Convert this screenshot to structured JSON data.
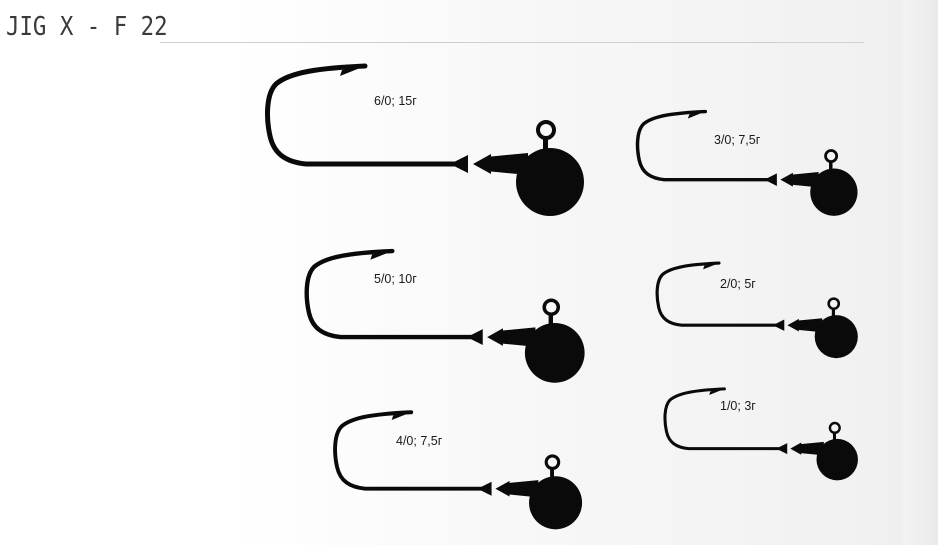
{
  "title": "JIG X - F 22",
  "colors": {
    "hook": "#0a0a0a",
    "title": "#3a3a3a",
    "rule": "#cfcfcf"
  },
  "hooks": [
    {
      "label": "6/0; 15г"
    },
    {
      "label": "5/0; 10г"
    },
    {
      "label": "4/0; 7,5г"
    },
    {
      "label": "3/0; 7,5г"
    },
    {
      "label": "2/0; 5г"
    },
    {
      "label": "1/0; 3г"
    }
  ]
}
